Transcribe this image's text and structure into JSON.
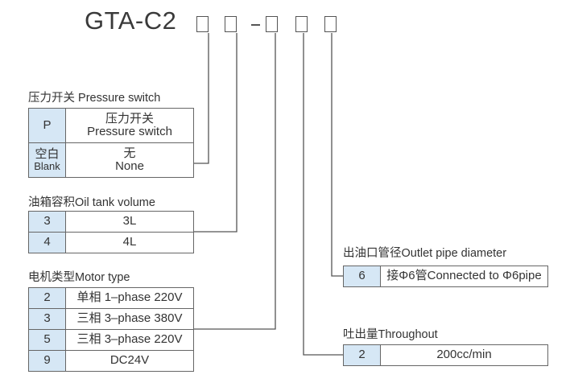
{
  "model": {
    "prefix": "GTA-C2",
    "separator": "-"
  },
  "pressure_switch": {
    "title": "压力开关 Pressure switch",
    "options": [
      {
        "code": "P",
        "desc_cn": "压力开关",
        "desc_en": "Pressure switch"
      },
      {
        "code_cn": "空白",
        "code_en": "Blank",
        "desc_cn": "无",
        "desc_en": "None"
      }
    ]
  },
  "oil_tank": {
    "title": "油箱容积Oil tank volume",
    "options": [
      {
        "code": "3",
        "desc": "3L"
      },
      {
        "code": "4",
        "desc": "4L"
      }
    ]
  },
  "motor_type": {
    "title": "电机类型Motor type",
    "options": [
      {
        "code": "2",
        "desc": "单相 1–phase 220V"
      },
      {
        "code": "3",
        "desc": "三相 3–phase 380V"
      },
      {
        "code": "5",
        "desc": "三相 3–phase 220V"
      },
      {
        "code": "9",
        "desc": "DC24V"
      }
    ]
  },
  "outlet_pipe": {
    "title": "出油口管径Outlet pipe diameter",
    "options": [
      {
        "code": "6",
        "desc": "接Φ6管Connected to Φ6pipe"
      }
    ]
  },
  "throughout": {
    "title": "吐出量Throughout",
    "options": [
      {
        "code": "2",
        "desc": "200cc/min"
      }
    ]
  },
  "colors": {
    "code_cell_bg": "#d6e7f5",
    "line": "#555555",
    "border": "#666666"
  }
}
